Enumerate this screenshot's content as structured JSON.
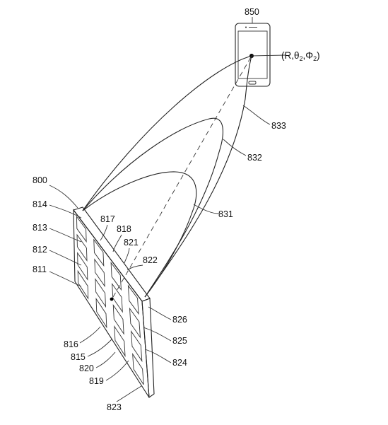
{
  "labels": {
    "phone": "850",
    "coordinate": {
      "open": "(R,",
      "theta": "θ",
      "theta_sub": "2",
      "comma": ",",
      "phi": "Φ",
      "phi_sub": "2",
      "close": ")"
    },
    "beam_833": "833",
    "beam_832": "832",
    "beam_831": "831",
    "array": "800",
    "l814": "814",
    "l813": "813",
    "l812": "812",
    "l811": "811",
    "l817": "817",
    "l818": "818",
    "l821": "821",
    "l822": "822",
    "l826": "826",
    "l825": "825",
    "l824": "824",
    "l816": "816",
    "l815": "815",
    "l820": "820",
    "l819": "819",
    "l823": "823"
  }
}
